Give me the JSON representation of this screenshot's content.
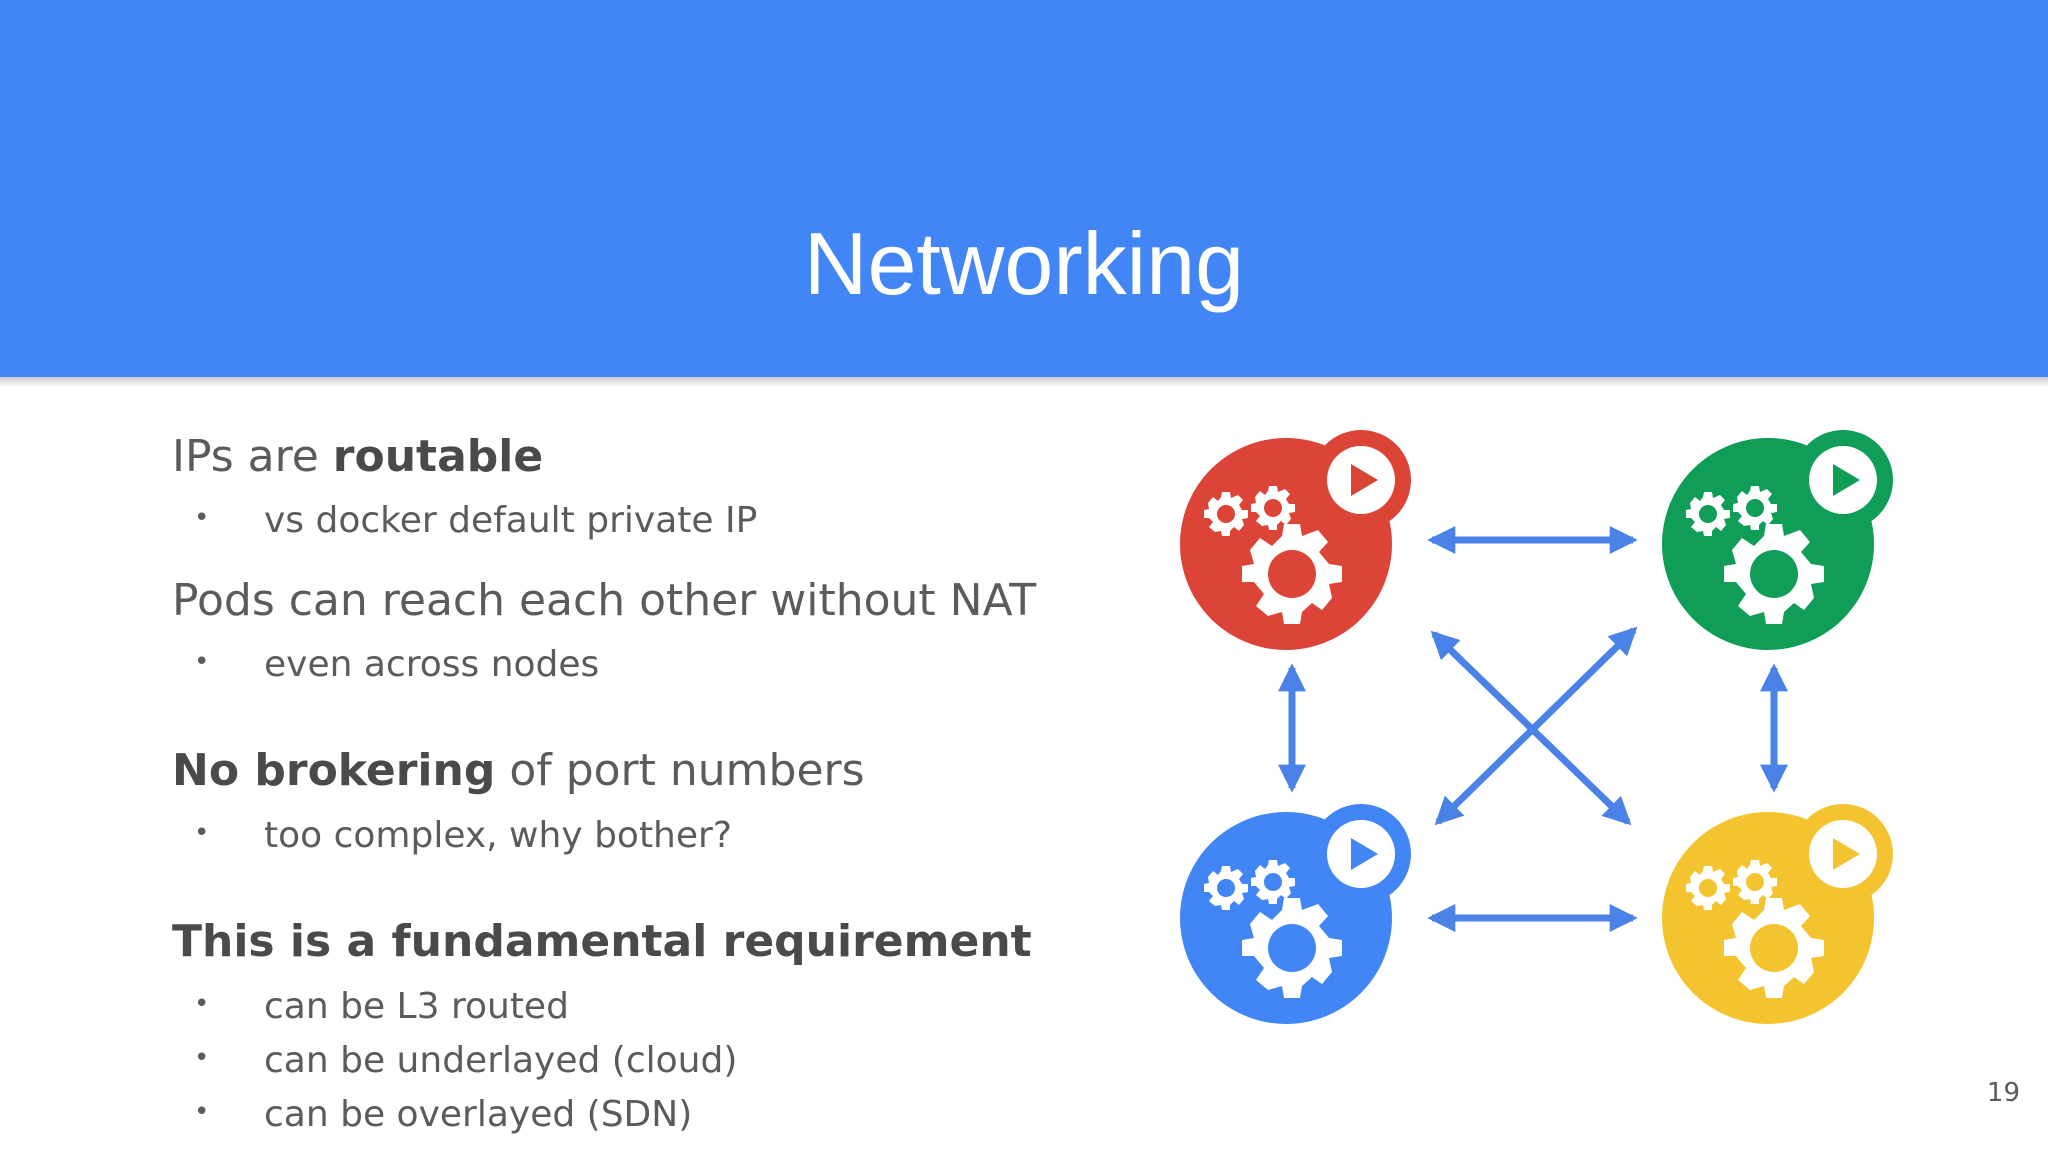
{
  "slide": {
    "title": "Networking",
    "page_number": "19"
  },
  "points": [
    {
      "lead_plain": "IPs are ",
      "lead_bold": "routable",
      "tail": ""
    },
    {
      "lead_plain": "",
      "lead_bold": "",
      "tail": "Pods can reach each other without NAT"
    },
    {
      "lead_plain": "",
      "lead_bold": "No brokering",
      "tail": " of port numbers"
    },
    {
      "lead_plain": "",
      "lead_bold": "This is a fundamental requirement",
      "tail": ""
    }
  ],
  "subpoints": {
    "p1": [
      "vs docker default private IP"
    ],
    "p2": [
      "even across nodes"
    ],
    "p3": [
      "too complex, why bother?"
    ],
    "p4": [
      "can be L3 routed",
      "can be underlayed (cloud)",
      "can be overlayed (SDN)"
    ]
  },
  "bullet_glyph": "•",
  "diagram": {
    "nodes": [
      {
        "name": "red",
        "color": "#db4437"
      },
      {
        "name": "green",
        "color": "#0f9d58"
      },
      {
        "name": "blue",
        "color": "#4285f4"
      },
      {
        "name": "yellow",
        "color": "#f4c430"
      }
    ],
    "arrow_color": "#4a82e8"
  },
  "colors": {
    "header": "#4285f4",
    "text": "#5b5b5b"
  }
}
